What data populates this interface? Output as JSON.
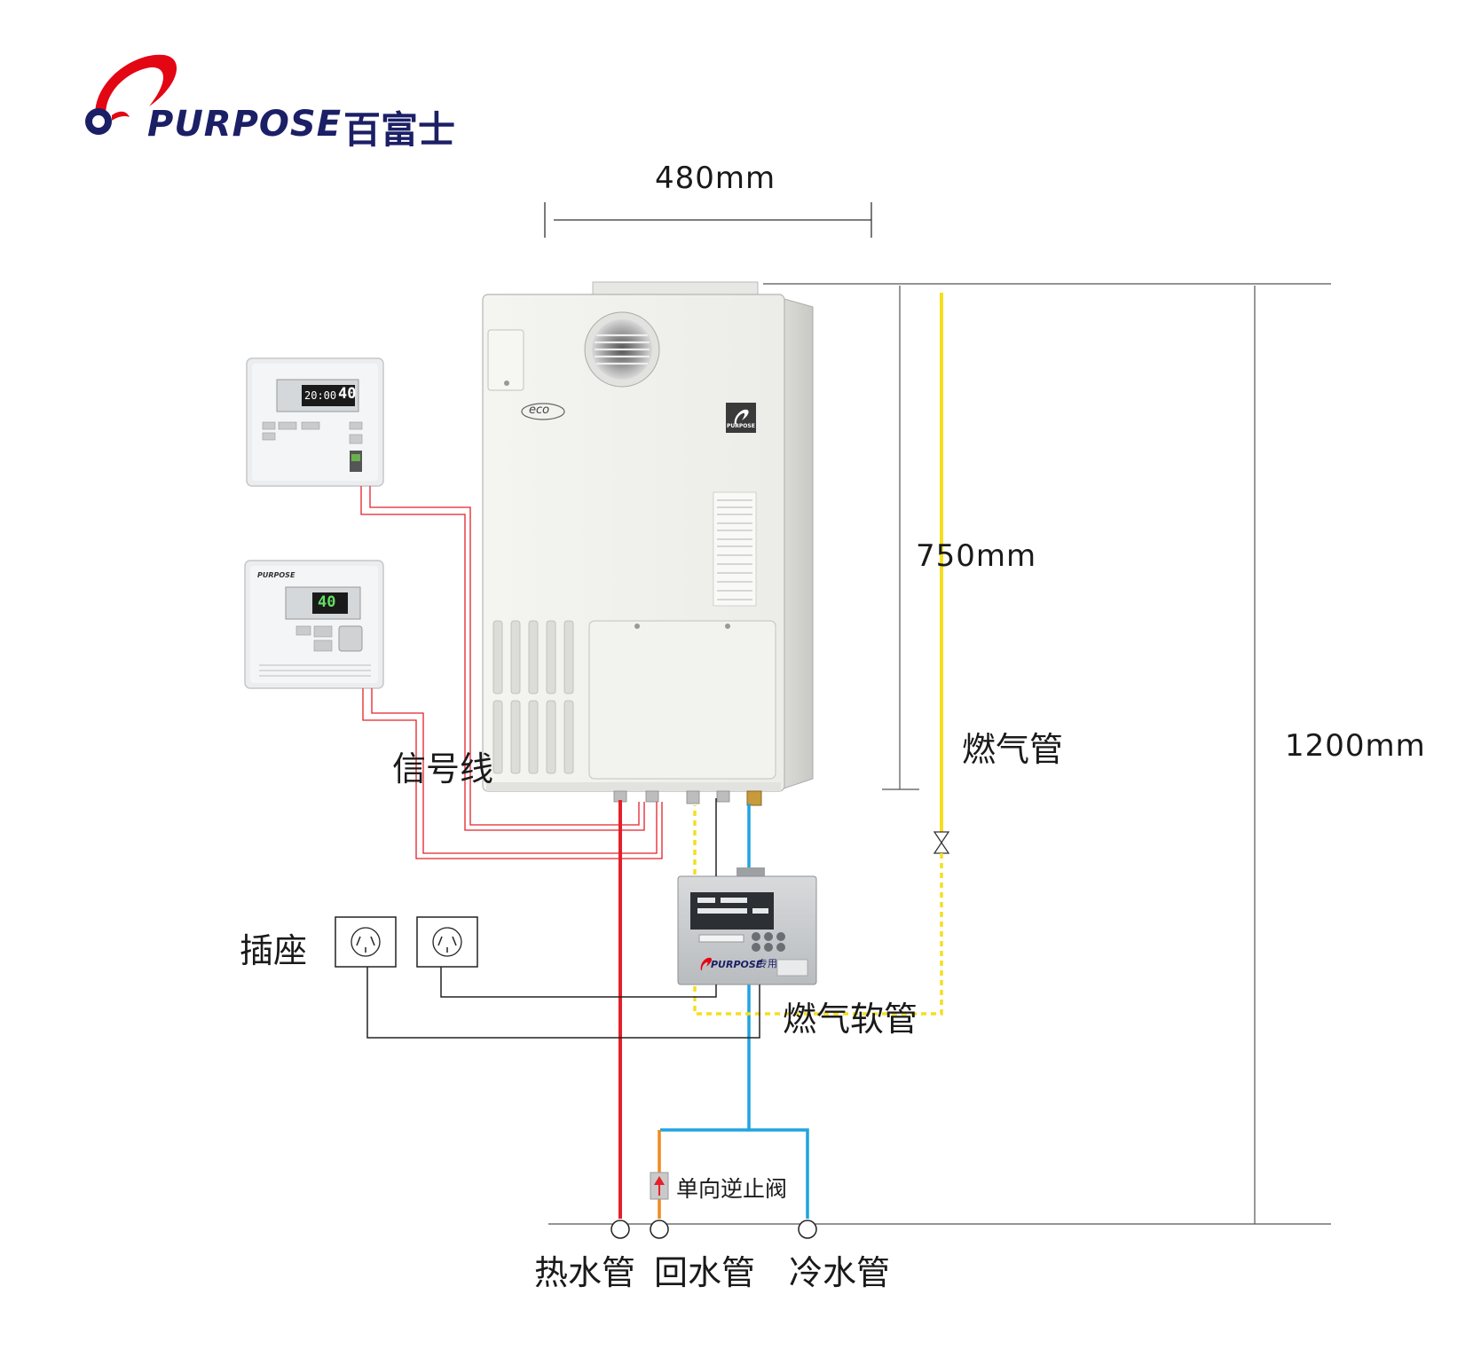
{
  "brand": {
    "name": "PURPOSE",
    "name_cn": "百富士",
    "colors": {
      "red": "#e30613",
      "navy": "#1b1f66"
    }
  },
  "dimensions": {
    "width": "480mm",
    "unit_height": "750mm",
    "install_height": "1200mm"
  },
  "labels": {
    "signal_wire": "信号线",
    "socket": "插座",
    "gas_pipe": "燃气管",
    "gas_hose": "燃气软管",
    "check_valve": "单向逆止阀",
    "hot_pipe": "热水管",
    "return_pipe": "回水管",
    "cold_pipe": "冷水管"
  },
  "devices": {
    "heater_badge": "PURPOSE",
    "eco_label": "eco",
    "remote1": {
      "time": "20:00",
      "temp": "40"
    },
    "remote2": {
      "temp": "40",
      "brand": "PURPOSE"
    },
    "pump_box": {
      "brand": "PURPOSE",
      "suffix": "专用"
    }
  },
  "pipe_colors": {
    "hot": "#e4202a",
    "cold": "#1fa4e0",
    "return": "#ef8a1e",
    "gas": "#f6de1f",
    "signal": "#e4202a",
    "power": "#222222"
  }
}
